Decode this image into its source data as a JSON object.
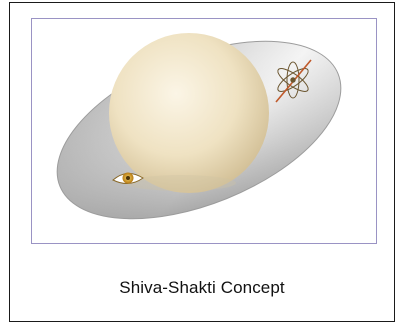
{
  "figure": {
    "caption": "Shiva-Shakti Concept",
    "icons": [
      "ellipse-disc",
      "sphere",
      "eye-icon",
      "atom-icon"
    ],
    "colors": {
      "frame_border": "#1a1a1a",
      "figure_border": "#9a93c4",
      "disc_light": "#f2f2f2",
      "disc_dark": "#8e8e8e",
      "sphere_light": "#f9f1de",
      "sphere_dark": "#d6c49c",
      "eye_iris": "#d8a12c",
      "atom_stroke": "#6b5630"
    }
  }
}
